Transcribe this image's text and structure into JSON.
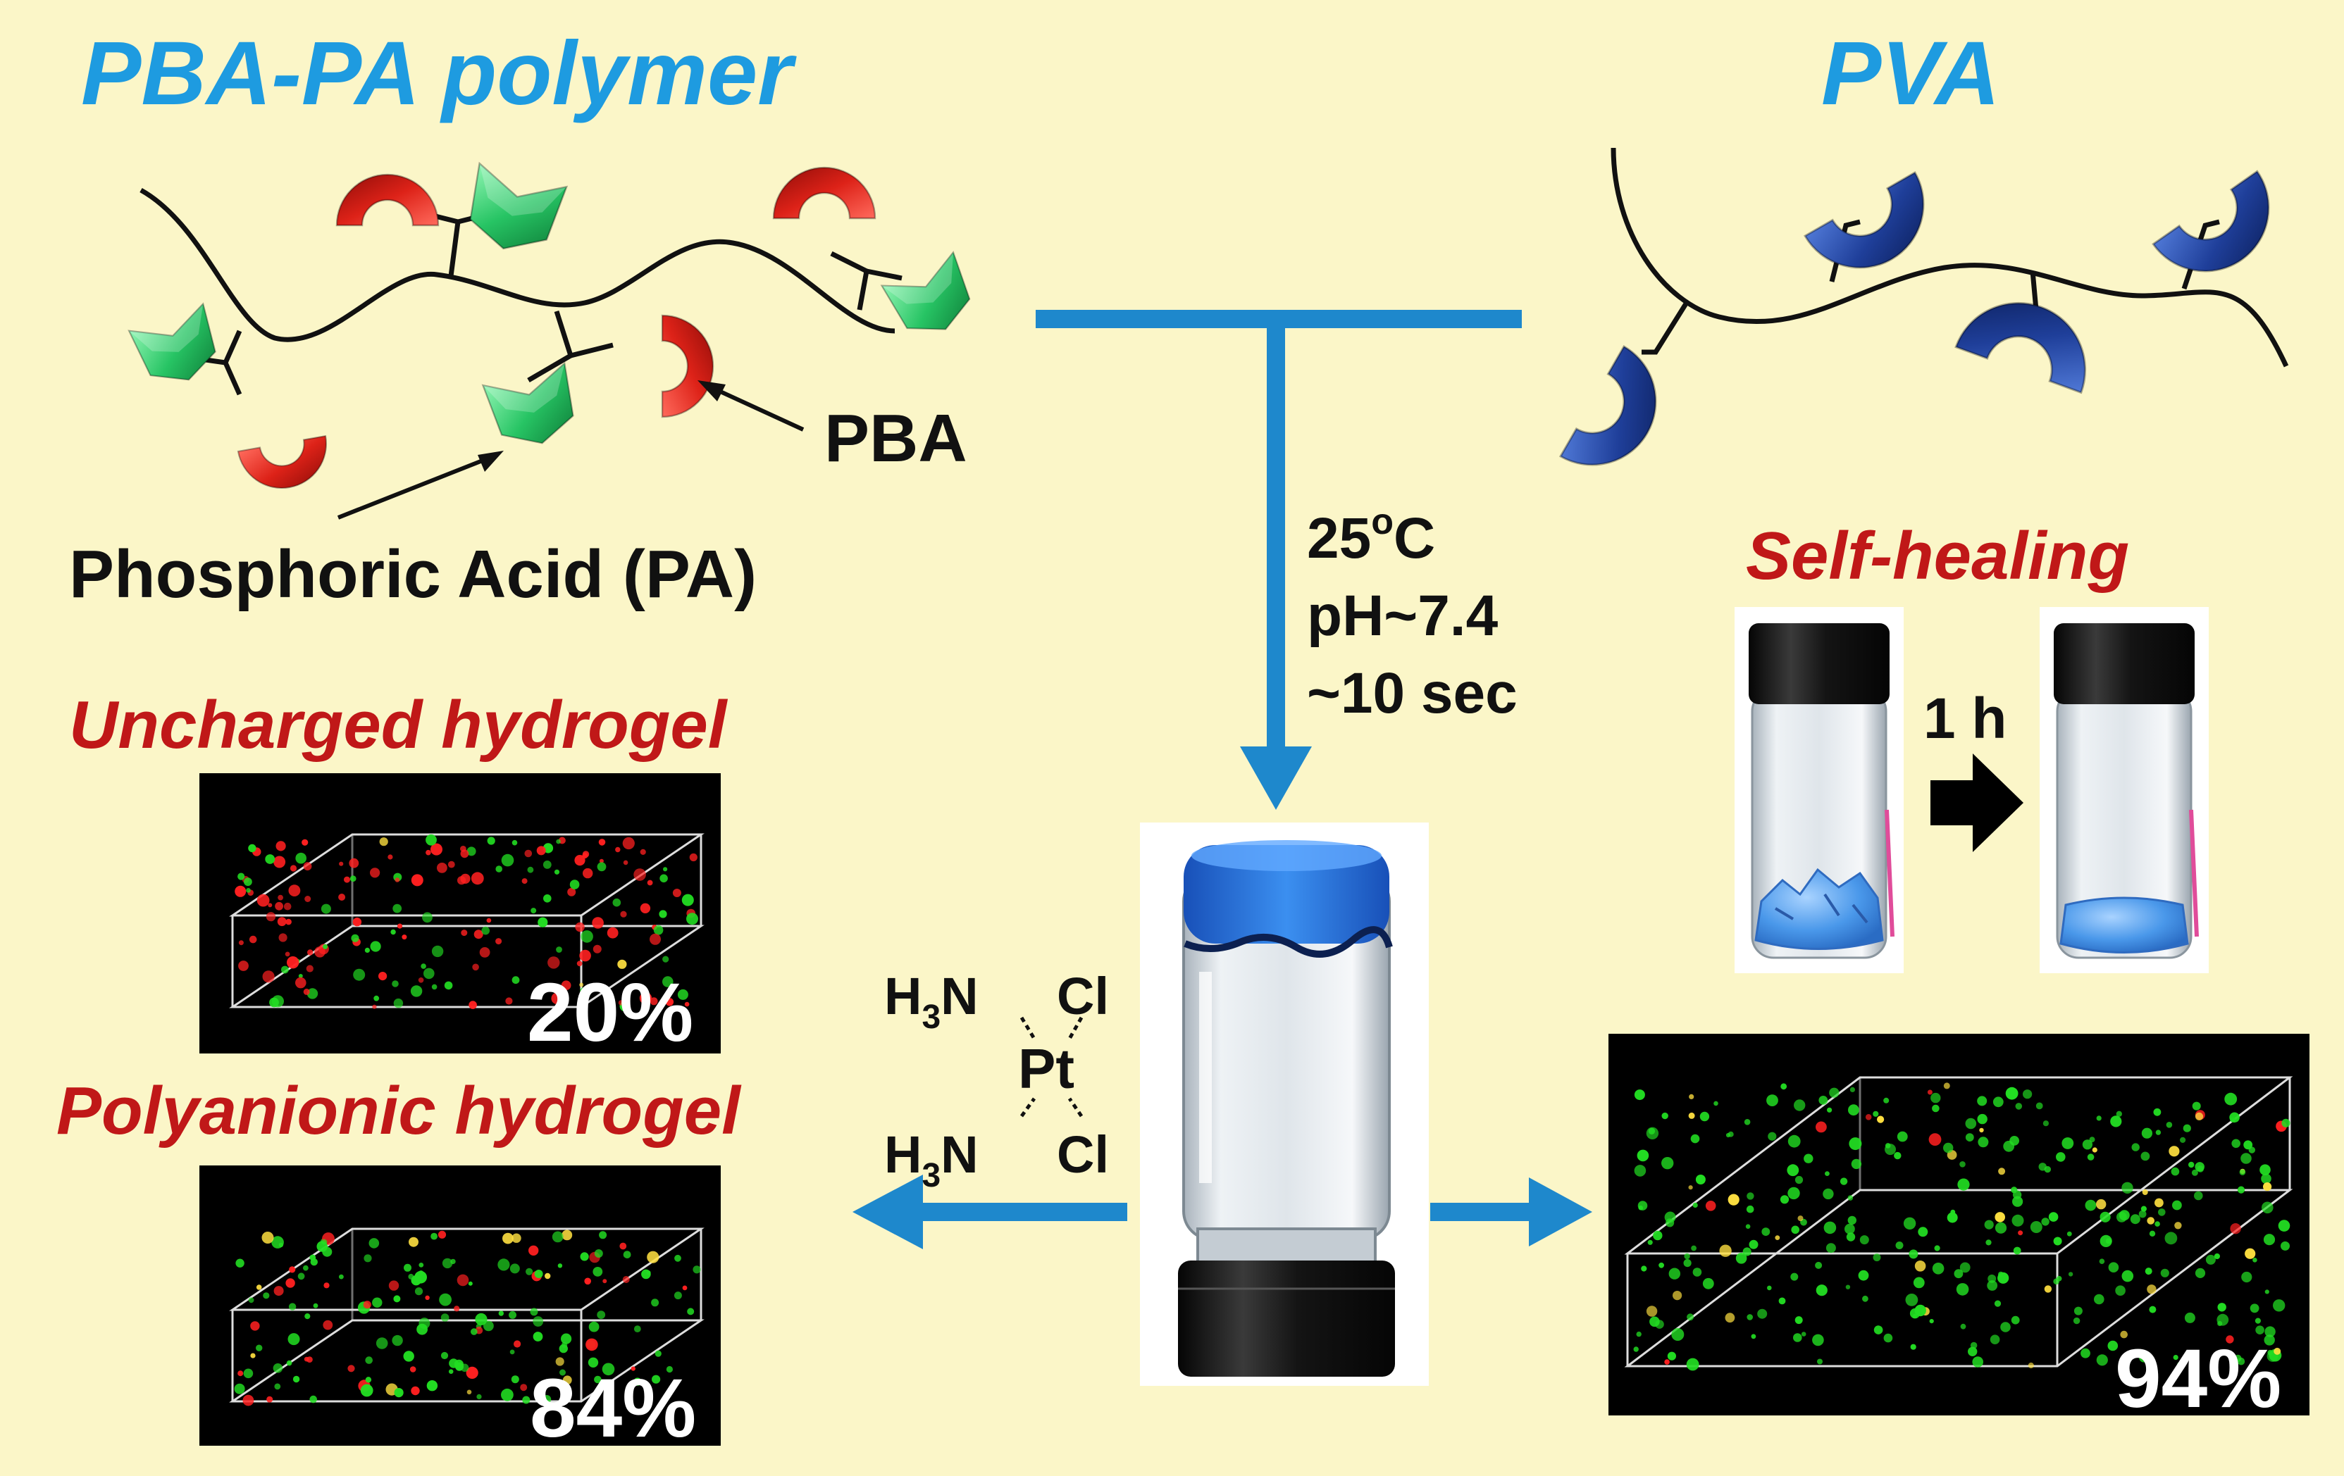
{
  "titles": {
    "left_polymer": "PBA-PA polymer",
    "right_polymer": "PVA"
  },
  "labels": {
    "pba": "PBA",
    "phosphoric_acid": "Phosphoric Acid (PA)",
    "self_healing": "Self-healing",
    "heal_time": "1 h",
    "uncharged": "Uncharged hydrogel",
    "polyanionic": "Polyanionic hydrogel"
  },
  "conditions": {
    "temp_value": "25",
    "temp_sup": "o",
    "temp_unit": "C",
    "ph": "pH~7.4",
    "time": "~10 sec"
  },
  "cisplatin": {
    "nh3_top": {
      "main": "H",
      "sub": "3",
      "rest": "N"
    },
    "nh3_bottom": {
      "main": "H",
      "sub": "3",
      "rest": "N"
    },
    "cl_top": "Cl",
    "cl_bottom": "Cl",
    "metal": "Pt"
  },
  "viability": {
    "uncharged": "20%",
    "polyanionic": "84%",
    "right": "94%"
  },
  "colors": {
    "background": "#fbf6c8",
    "title_blue": "#1e9be0",
    "accent_red": "#c01818",
    "arrow_blue": "#1e88cc",
    "pba_red": "#d8201c",
    "pa_green": "#22c060",
    "pva_navy": "#1d3c94"
  }
}
